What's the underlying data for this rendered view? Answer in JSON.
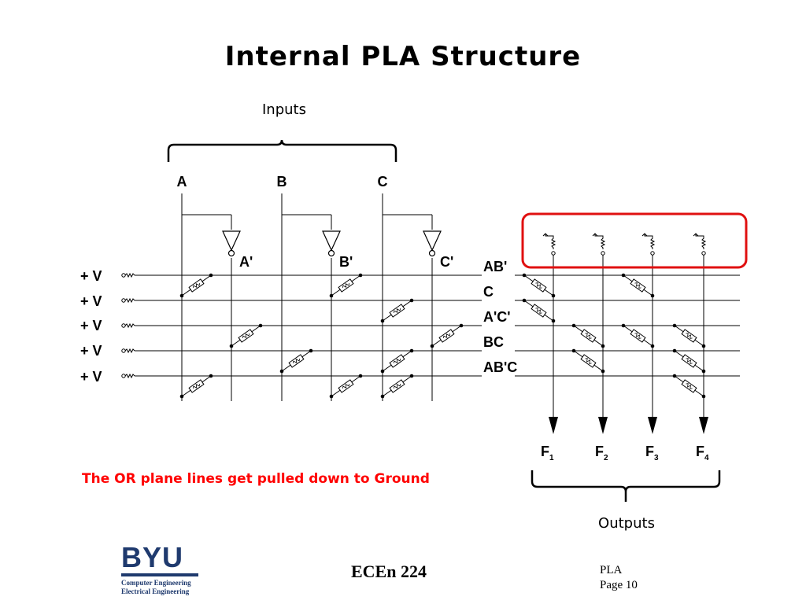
{
  "slide": {
    "title": "Internal PLA Structure",
    "inputs_label": "Inputs",
    "outputs_label": "Outputs",
    "note": "The OR plane lines get pulled down to Ground"
  },
  "inputs": [
    "A",
    "B",
    "C"
  ],
  "complements": [
    "A'",
    "B'",
    "C'"
  ],
  "supply_labels": [
    "+ V",
    "+ V",
    "+ V",
    "+ V",
    "+ V"
  ],
  "product_terms": [
    "AB'",
    "C",
    "A'C'",
    "BC",
    "AB'C"
  ],
  "outputs": [
    {
      "name": "F",
      "sub": "1"
    },
    {
      "name": "F",
      "sub": "2"
    },
    {
      "name": "F",
      "sub": "3"
    },
    {
      "name": "F",
      "sub": "4"
    }
  ],
  "colors": {
    "highlight": "#e01010",
    "note": "#ff0000",
    "logo": "#1f3a6e"
  },
  "footer": {
    "course": "ECEn 224",
    "topic": "PLA",
    "page": "Page 10",
    "logo_text": "BYU",
    "logo_line1": "Computer Engineering",
    "logo_line2": "Electrical Engineering"
  }
}
